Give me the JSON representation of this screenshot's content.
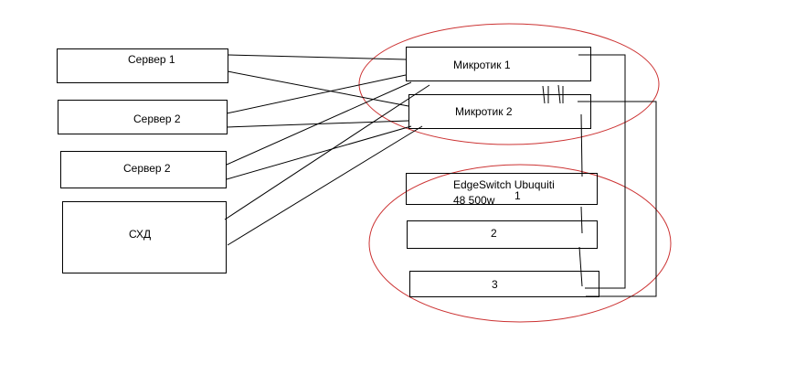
{
  "nodes": {
    "server1": "Сервер 1",
    "server2a": "Сервер 2",
    "server2b": "Сервер 2",
    "storage": "СХД",
    "mikrotik1": "Микротик 1",
    "mikrotik2": "Микротик 2",
    "switch1_line1": "EdgeSwitch Ubuquiti",
    "switch1_line2": "48 500w",
    "switch1_num": "1",
    "switch2": "2",
    "switch3": "3"
  },
  "colors": {
    "stroke": "#000000",
    "group_ellipse": "#cc3333"
  }
}
